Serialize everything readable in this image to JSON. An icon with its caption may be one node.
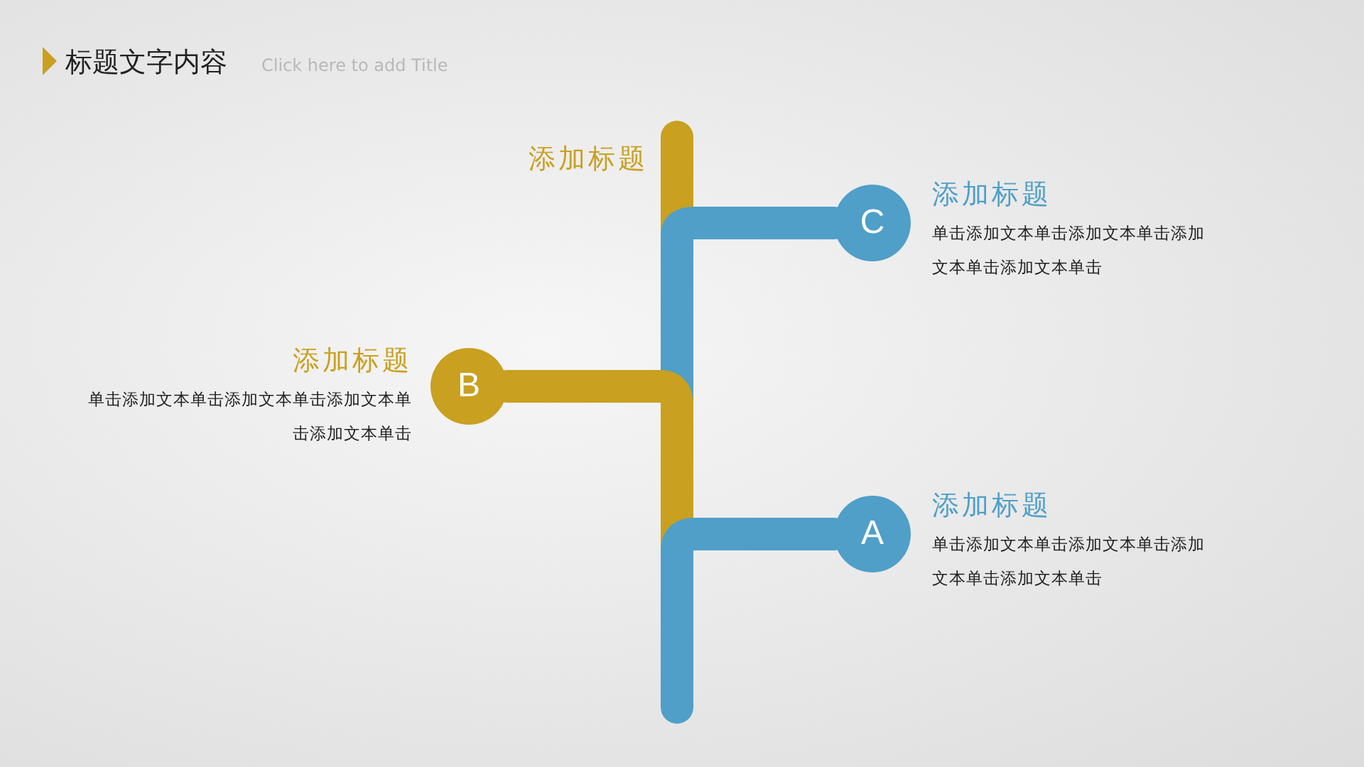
{
  "diagram": {
    "title": "标题文字内容",
    "nodes": [
      {
        "text": [],
        "shape": "bar",
        "beside": [
          "添加标题"
        ]
      },
      {
        "text": [
          "C"
        ],
        "beside": [
          "添加标题",
          "单击添加文本单击添加文本单击添加文本单击添加文本单击"
        ]
      },
      {
        "text": [
          "B"
        ],
        "beside": [
          "添加标题",
          "单击添加文本单击添加文本单击添加文本单击添加文本单击"
        ]
      },
      {
        "text": [
          "A"
        ],
        "beside": [
          "添加标题",
          "单击添加文本单击添加文本单击添加文本单击添加文本单击"
        ]
      }
    ],
    "edges": [
      {
        "from": 0,
        "to": 1,
        "arrow": "none"
      },
      {
        "from": 0,
        "to": 2,
        "arrow": "none",
        "color": "#c9a020"
      },
      {
        "from": 0,
        "to": 3,
        "arrow": "none"
      }
    ],
    "labels": [
      "Click here to add Title"
    ]
  }
}
